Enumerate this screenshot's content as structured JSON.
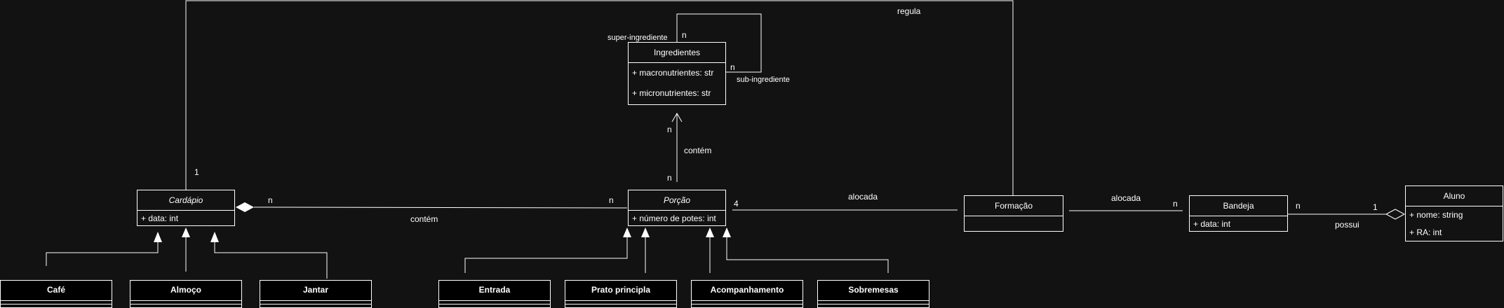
{
  "classes": {
    "ingredientes": {
      "name": "Ingredientes",
      "attrs": [
        "+ macronutrientes: str",
        "+ micronutrientes: str"
      ]
    },
    "cardapio": {
      "name": "Cardápio",
      "attrs": [
        "+ data: int"
      ]
    },
    "porcao": {
      "name": "Porção",
      "attrs": [
        "+ número de potes: int"
      ]
    },
    "formacao": {
      "name": "Formação",
      "attrs": []
    },
    "bandeja": {
      "name": "Bandeja",
      "attrs": [
        "+ data: int"
      ]
    },
    "aluno": {
      "name": "Aluno",
      "attrs": [
        "+ nome: string",
        "+ RA: int"
      ]
    }
  },
  "subclasses": {
    "cafe": "Café",
    "almoco": "Almoço",
    "jantar": "Jantar",
    "entrada": "Entrada",
    "prato": "Prato principla",
    "acompanhamento": "Acompanhamento",
    "sobremesas": "Sobremesas"
  },
  "labels": {
    "regula": "regula",
    "regula_mult": "1",
    "super_ingrediente": "super-ingrediente",
    "sub_ingrediente": "sub-ingrediente",
    "self_n_top": "n",
    "self_n_right": "n",
    "contem_vertical": "contém",
    "contem_n_top": "n",
    "contem_n_bottom": "n",
    "contem_horizontal": "contém",
    "cardapio_n": "n",
    "porcao_n": "n",
    "porcao_4": "4",
    "alocada_1": "alocada",
    "alocada_2": "alocada",
    "bandeja_n_left": "n",
    "bandeja_n_right": "n",
    "aluno_1": "1",
    "possui": "possui"
  }
}
